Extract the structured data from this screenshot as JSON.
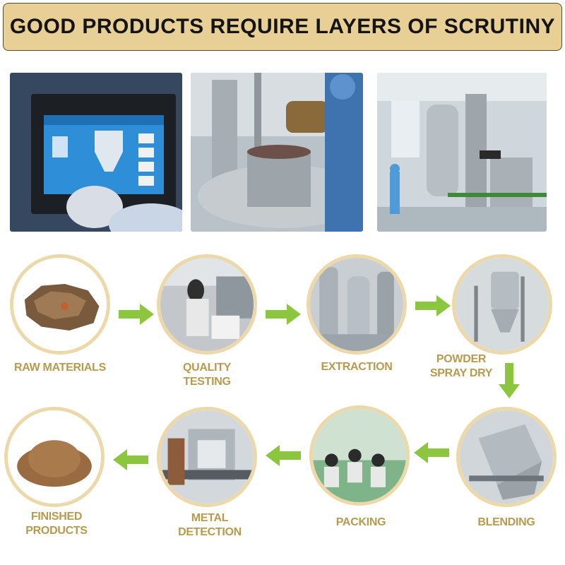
{
  "banner": {
    "title": "GOOD PRODUCTS REQUIRE LAYERS OF SCRUTINY"
  },
  "process": {
    "steps": [
      {
        "label_lines": [
          "RAW MATERIALS"
        ]
      },
      {
        "label_lines": [
          "QUALITY",
          "TESTING"
        ]
      },
      {
        "label_lines": [
          "EXTRACTION"
        ]
      },
      {
        "label_lines": [
          "POWDER",
          "SPRAY DRY"
        ]
      },
      {
        "label_lines": [
          "BLENDING"
        ]
      },
      {
        "label_lines": [
          "PACKING"
        ]
      },
      {
        "label_lines": [
          "METAL",
          "DETECTION"
        ]
      },
      {
        "label_lines": [
          "FINISHED",
          "PRODUCTS"
        ]
      }
    ],
    "arrow_color": "#8cc63f",
    "label_color": "#b79a4c",
    "ring_color": "#ecd8a8"
  },
  "theme": {
    "banner_bg": "#e8cf95",
    "banner_border": "#5c4a2a"
  }
}
